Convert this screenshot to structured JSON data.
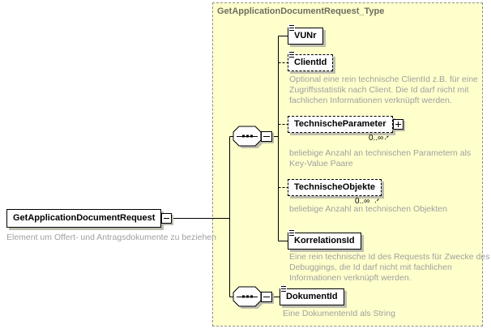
{
  "root_element": {
    "label": "GetApplicationDocumentRequest",
    "description": "Element um Offert- und Antragsdokumente zu beziehen"
  },
  "type_container": {
    "title": "GetApplicationDocumentRequest_Type"
  },
  "elements": {
    "vunr": {
      "label": "VUNr"
    },
    "client_id": {
      "label": "ClientId",
      "description": "Optional eine rein technische ClientId z.B. für eine Zugriffsstatistik nach Client. Die Id darf nicht mit fachlichen Informationen verknüpft werden."
    },
    "technische_parameter": {
      "label": "TechnischeParameter",
      "multiplicity": "0..∞",
      "description": "beliebige Anzahl an technischen Parametern als Key-Value Paare"
    },
    "technische_objekte": {
      "label": "TechnischeObjekte",
      "multiplicity": "0..∞",
      "description": "beliebige Anzahl an technischen Objekten"
    },
    "korrelations_id": {
      "label": "KorrelationsId",
      "description": "Eine rein technische Id des Requests für Zwecke des Debuggings, die Id darf nicht mit fachlichen Informationen verknüpft werden."
    },
    "dokument_id": {
      "label": "DokumentId",
      "description": "Eine DokumentenId als String"
    }
  },
  "colors": {
    "container_fill": "#ffffcc",
    "container_border": "#8f8f8f",
    "annotation_text": "#a0a0a0",
    "box_shadow": "#bdbdb0",
    "title_text": "#6e6e60"
  }
}
